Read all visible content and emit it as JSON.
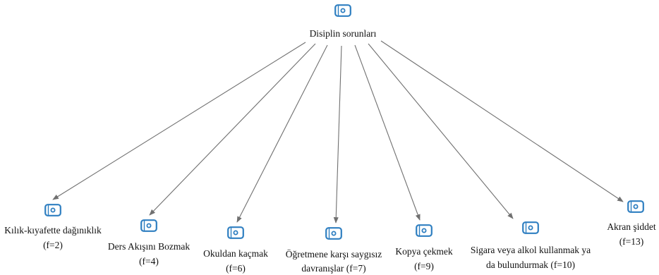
{
  "diagram": {
    "root": {
      "label": "Disiplin sorunları",
      "icon": "code-icon"
    },
    "children": [
      {
        "id": "kilik",
        "lines": [
          "Kılık-kıyafette dağınıklık",
          "(f=2)"
        ],
        "icon": "code-icon"
      },
      {
        "id": "ders",
        "lines": [
          "Ders Akışını Bozmak",
          "(f=4)"
        ],
        "icon": "code-icon"
      },
      {
        "id": "okul",
        "lines": [
          "Okuldan kaçmak",
          "(f=6)"
        ],
        "icon": "code-icon"
      },
      {
        "id": "ogretmen",
        "lines": [
          "Öğretmene karşı saygısız",
          "davranışlar (f=7)"
        ],
        "icon": "code-icon"
      },
      {
        "id": "kopya",
        "lines": [
          "Kopya çekmek",
          "(f=9)"
        ],
        "icon": "code-icon"
      },
      {
        "id": "sigara",
        "lines": [
          "Sigara veya alkol kullanmak ya",
          "da bulundurmak (f=10)"
        ],
        "icon": "code-icon"
      },
      {
        "id": "akran",
        "lines": [
          "Akran şiddet",
          "(f=13)"
        ],
        "icon": "code-icon"
      }
    ],
    "colors": {
      "edge": "#707070",
      "icon": "#2f7fc1",
      "text": "#111111"
    }
  }
}
